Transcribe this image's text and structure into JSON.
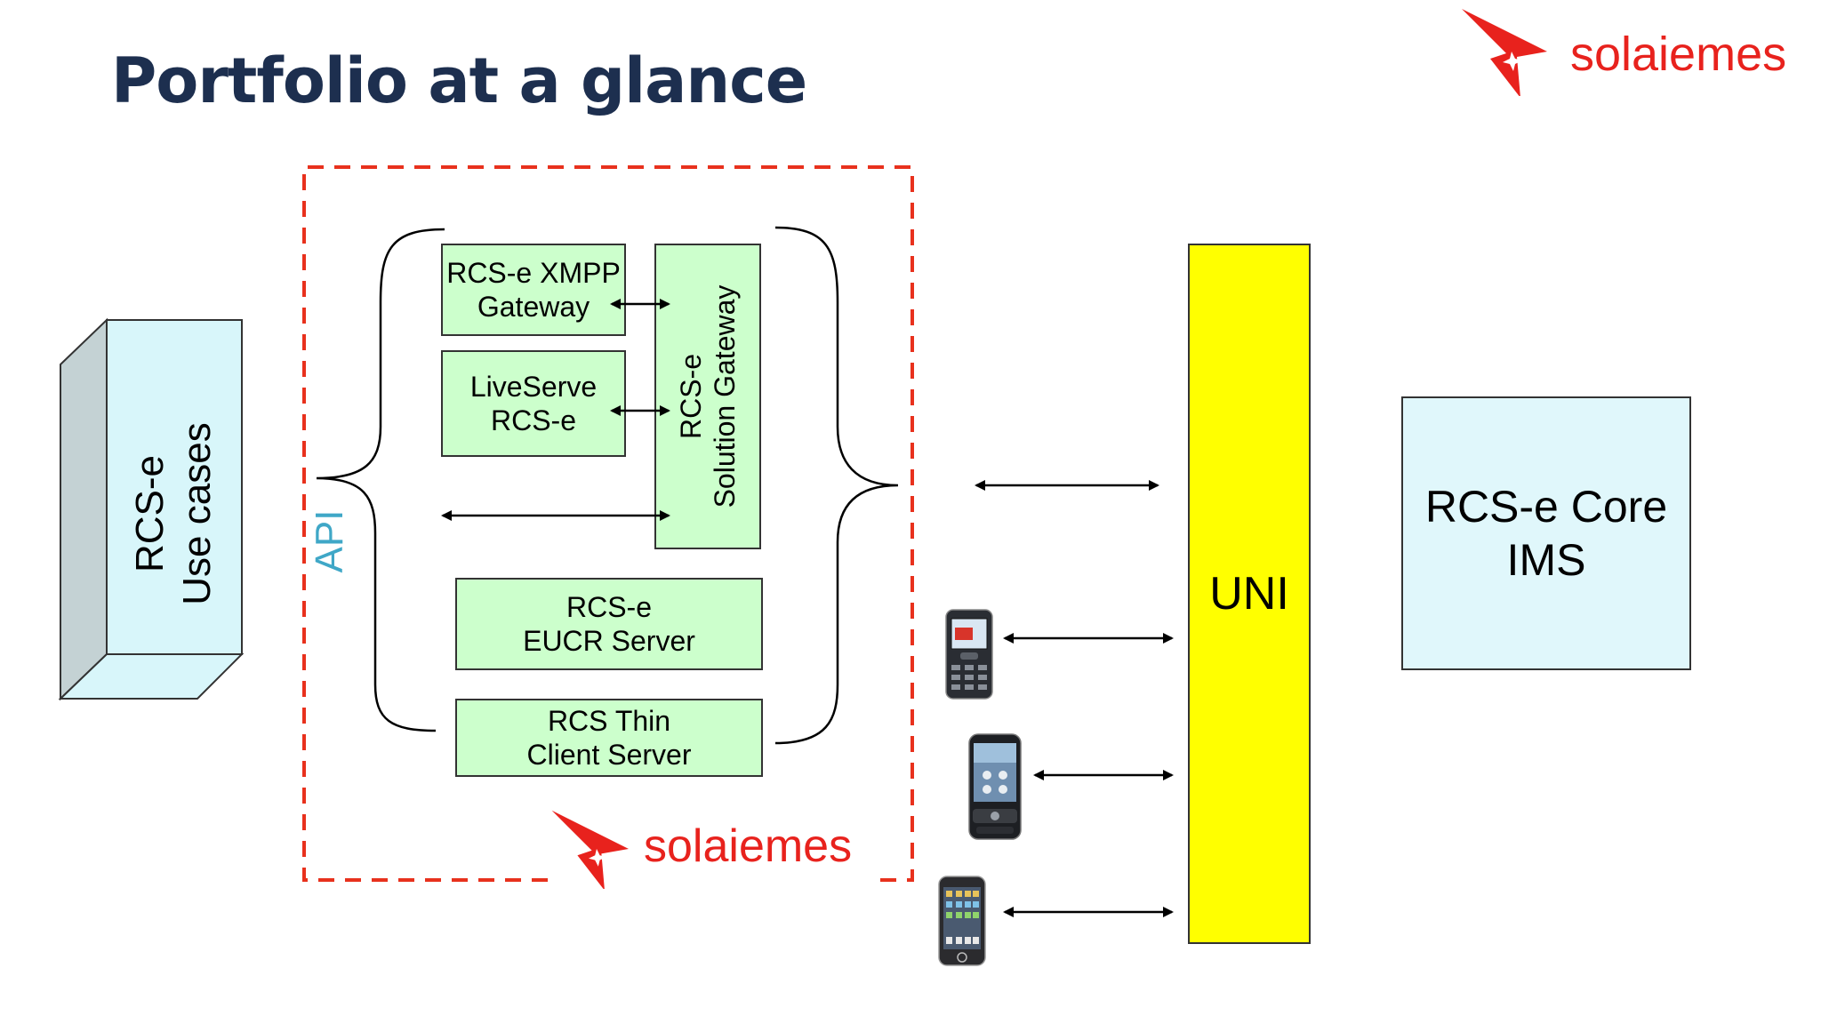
{
  "slide": {
    "title": "Portfolio at a glance"
  },
  "brand": {
    "name": "solaiemes",
    "color": "#e8221d"
  },
  "diagram": {
    "use_cases": {
      "line1": "RCS-e",
      "line2": "Use cases"
    },
    "api_label": "API",
    "xmpp_gateway": {
      "line1": "RCS-e XMPP",
      "line2": "Gateway"
    },
    "liveserve": {
      "line1": "LiveServe",
      "line2": "RCS-e"
    },
    "solution_gateway": {
      "line1": "RCS-e",
      "line2": "Solution Gateway"
    },
    "eucr_server": {
      "line1": "RCS-e",
      "line2": "EUCR Server"
    },
    "thin_client": {
      "line1": "RCS Thin",
      "line2": "Client Server"
    },
    "uni": "UNI",
    "core": {
      "line1": "RCS-e Core",
      "line2": "IMS"
    },
    "colors": {
      "module_fill": "#ccffcc",
      "uni_fill": "#ffff00",
      "core_fill": "#e0f7fb",
      "use_case_fill": "#d8f6fa",
      "use_case_side": "#c4d2d4",
      "api_text": "#3fa7c7",
      "boundary": "#e8311d"
    },
    "devices": [
      {
        "icon": "feature-phone-icon"
      },
      {
        "icon": "android-phone-icon"
      },
      {
        "icon": "iphone-icon"
      }
    ]
  }
}
